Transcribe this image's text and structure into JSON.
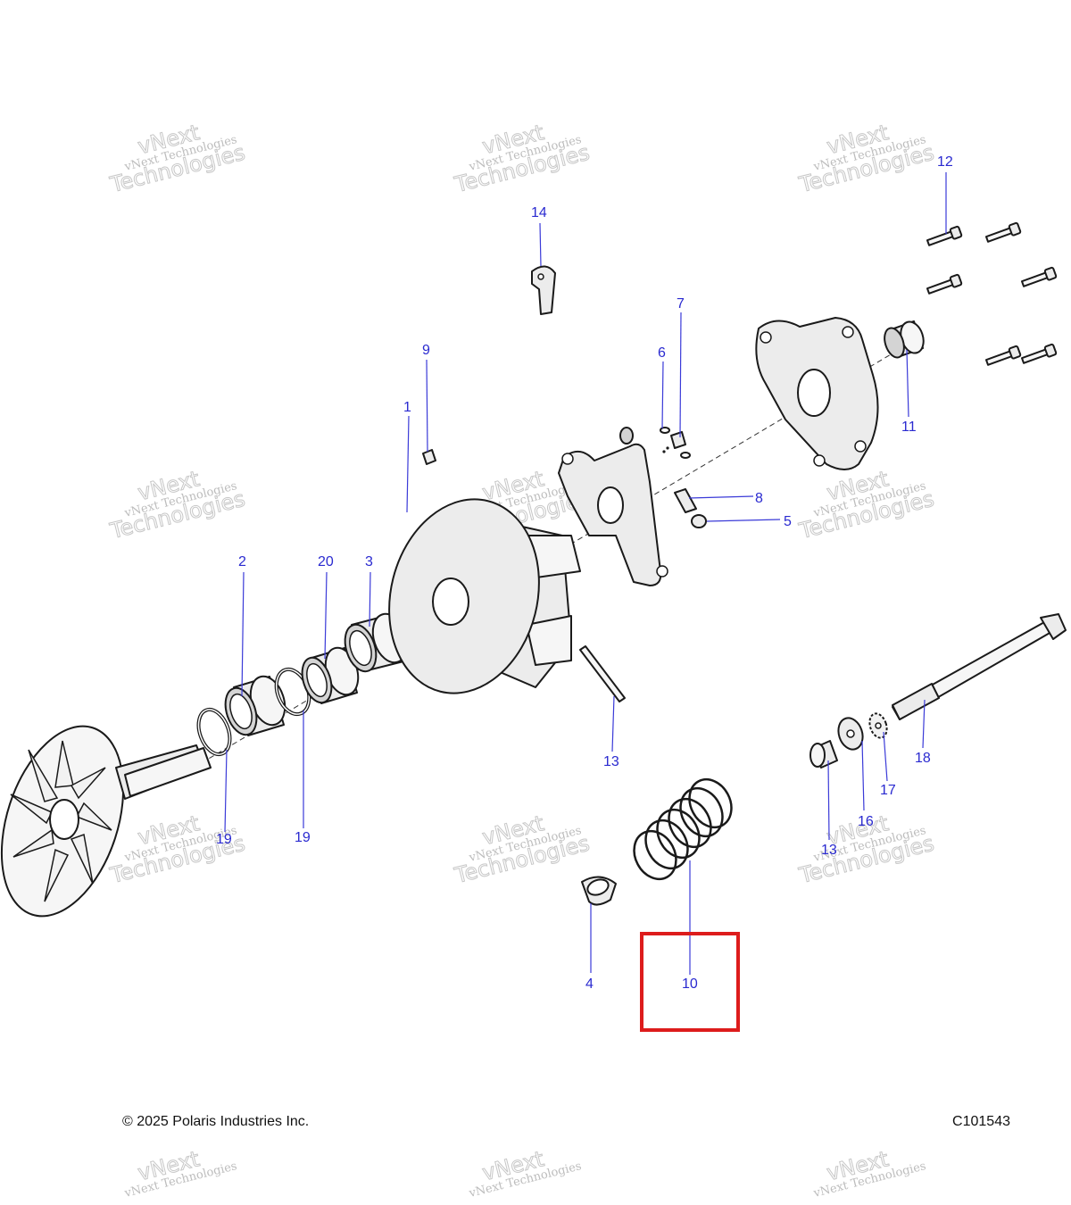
{
  "footer": {
    "copyright": "© 2025 Polaris Industries Inc.",
    "figure_id": "C101543"
  },
  "watermark": {
    "line1": "vNext Technologies",
    "line2": "vNext",
    "line3": "Technologies"
  },
  "callouts": {
    "c1": "1",
    "c2": "2",
    "c3": "3",
    "c4": "4",
    "c5": "5",
    "c6": "6",
    "c7": "7",
    "c8": "8",
    "c9": "9",
    "c10": "10",
    "c11": "11",
    "c12": "12",
    "c13a": "13",
    "c13b": "13",
    "c14": "14",
    "c16": "16",
    "c17": "17",
    "c18": "18",
    "c19a": "19",
    "c19b": "19",
    "c20": "20"
  },
  "highlight": {
    "target_callout": "10",
    "color": "#dd1c1c"
  },
  "colors": {
    "callout": "#2a2ad0",
    "line_art": "#1a1a1a"
  }
}
